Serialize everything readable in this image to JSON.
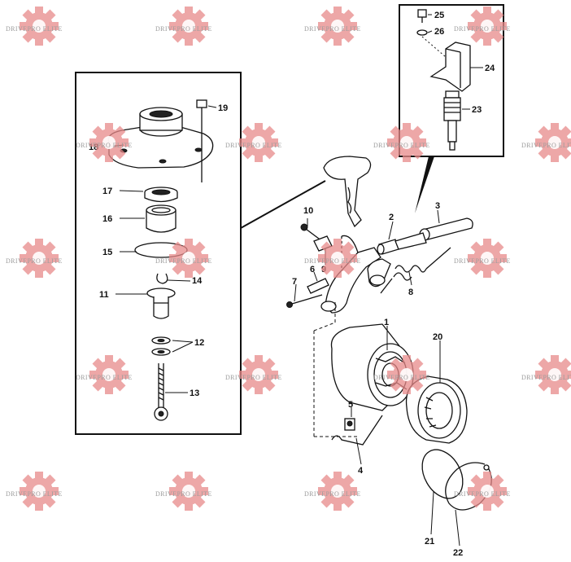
{
  "watermark": {
    "text": "DRIVEPRO ELITE",
    "color": "#e88a8a"
  },
  "parts": {
    "p1": "1",
    "p2": "2",
    "p3": "3",
    "p4": "4",
    "p5": "5",
    "p6": "6",
    "p7": "7",
    "p8": "8",
    "p9": "9",
    "p10": "10",
    "p11": "11",
    "p12": "12",
    "p13": "13",
    "p14": "14",
    "p15": "15",
    "p16": "16",
    "p17": "17",
    "p18": "18",
    "p19": "19",
    "p20": "20",
    "p21": "21",
    "p22": "22",
    "p23": "23",
    "p24": "24",
    "p25": "25",
    "p26": "26"
  }
}
